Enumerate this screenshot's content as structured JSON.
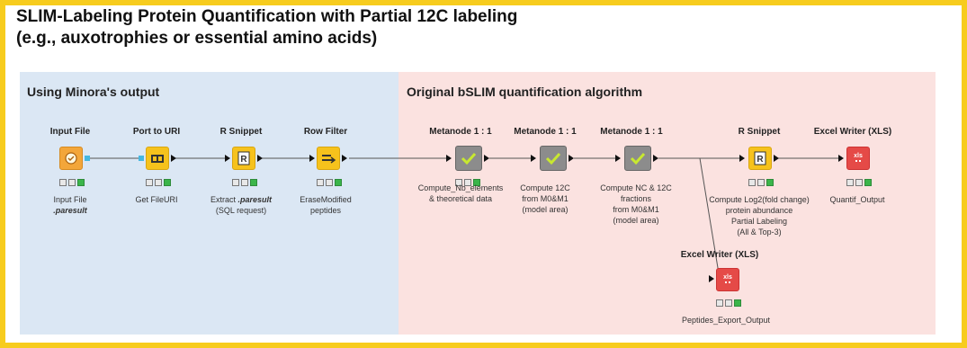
{
  "title_line1": "SLIM-Labeling Protein Quantification with Partial 12C labeling",
  "title_line2": "(e.g., auxotrophies or essential amino acids)",
  "colors": {
    "border": "#f7cc1e",
    "left_panel": "#dbe7f4",
    "right_panel": "#fbe2e0"
  },
  "panels": {
    "left_heading": "Using Minora's output",
    "right_heading": "Original bSLIM quantification algorithm"
  },
  "nodes": {
    "input_file": {
      "name": "Input File",
      "caption1": "Input File",
      "caption2": ".paresult",
      "icon": "file-reader-icon"
    },
    "port_to_uri": {
      "name": "Port to URI",
      "caption1": "Get FileURI",
      "icon": "port-uri-icon"
    },
    "r_snippet1": {
      "name": "R Snippet",
      "caption1": "Extract",
      "caption1b": ".paresult",
      "caption2": "(SQL request)",
      "icon": "r-icon"
    },
    "row_filter": {
      "name": "Row Filter",
      "caption1": "EraseModified",
      "caption2": "peptides",
      "icon": "filter-icon"
    },
    "meta1": {
      "name": "Metanode 1 : 1",
      "caption1": "Compute_Nb_elements",
      "caption2": "& theoretical data",
      "icon": "check-icon"
    },
    "meta2": {
      "name": "Metanode 1 : 1",
      "caption1": "Compute 12C",
      "caption2": "from M0&M1",
      "caption3": "(model area)",
      "icon": "check-icon"
    },
    "meta3": {
      "name": "Metanode 1 : 1",
      "caption1": "Compute NC & 12C",
      "caption2": "fractions",
      "caption3": "from M0&M1",
      "caption4": "(model area)",
      "icon": "check-icon"
    },
    "r_snippet2": {
      "name": "R Snippet",
      "caption1": "Compute Log2(fold change)",
      "caption2": "protein abundance",
      "caption3": "Partial Labeling",
      "caption4": "(All & Top-3)",
      "icon": "r-icon"
    },
    "excel1": {
      "name": "Excel Writer (XLS)",
      "caption1": "Quantif_Output",
      "icon": "excel-writer-icon"
    },
    "excel2": {
      "name": "Excel Writer (XLS)",
      "caption1": "Peptides_Export_Output",
      "icon": "excel-writer-icon"
    }
  }
}
